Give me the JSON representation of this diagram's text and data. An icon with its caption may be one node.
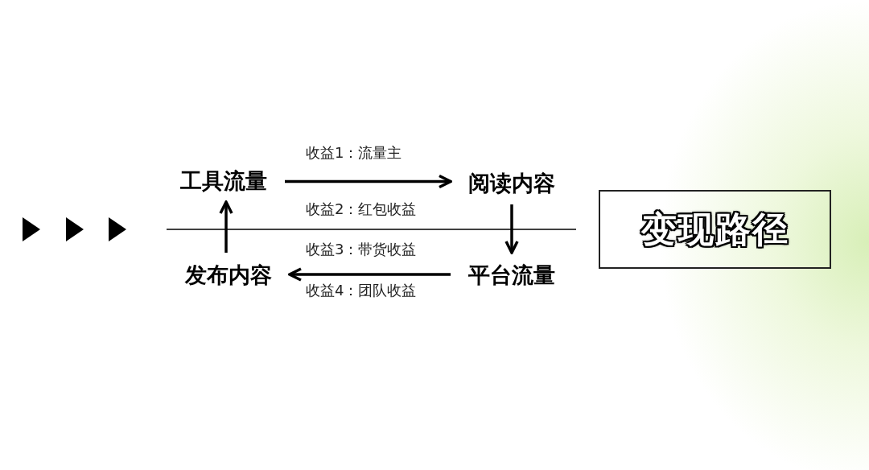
{
  "diagram": {
    "nodes": [
      {
        "text": [
          "工具流量"
        ]
      },
      {
        "text": [
          "阅读内容"
        ]
      },
      {
        "text": [
          "平台流量"
        ]
      },
      {
        "text": [
          "发布内容"
        ]
      },
      {
        "text": [
          "变现路径"
        ]
      }
    ],
    "edges": [
      {
        "from": 0,
        "to": 1,
        "arrow": "to"
      },
      {
        "from": 1,
        "to": 2,
        "arrow": "to"
      },
      {
        "from": 2,
        "to": 3,
        "arrow": "to"
      },
      {
        "from": 3,
        "to": 0,
        "arrow": "to"
      }
    ],
    "labels": [
      "收益1：流量主",
      "收益2：红包收益",
      "收益3：带货收益",
      "收益4：团队收益"
    ]
  }
}
